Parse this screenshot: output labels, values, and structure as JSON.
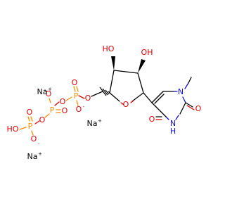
{
  "molecule": {
    "colors": {
      "carbon": "#000000",
      "oxygen": "#e00000",
      "phosphorus": "#ff8c00",
      "nitrogen": "#1010e0",
      "sodium": "#000000"
    },
    "atoms": {
      "ho_3": "HO",
      "oh_2": "OH",
      "o_ring": "O",
      "o_5": "O",
      "o_bridge_1": "O",
      "o_bridge_2": "O",
      "p_alpha": "P",
      "p_beta": "P",
      "p_gamma": "P",
      "o_alpha_up": "O",
      "o_alpha_down": "O",
      "o_beta_up": "O",
      "o_beta_right": "O",
      "o_gamma_up": "O",
      "o_gamma_down": "O",
      "ho_gamma": "HO",
      "n1": "N",
      "n3": "N",
      "h_n3": "H",
      "o_c2": "O",
      "o_c4": "O"
    },
    "charges": {
      "o_alpha_down": "-",
      "o_beta_up": "-",
      "o_gamma_down": "-"
    },
    "ions": [
      {
        "label": "Na",
        "charge": "+"
      },
      {
        "label": "Na",
        "charge": "+"
      },
      {
        "label": "Na",
        "charge": "+"
      }
    ]
  }
}
